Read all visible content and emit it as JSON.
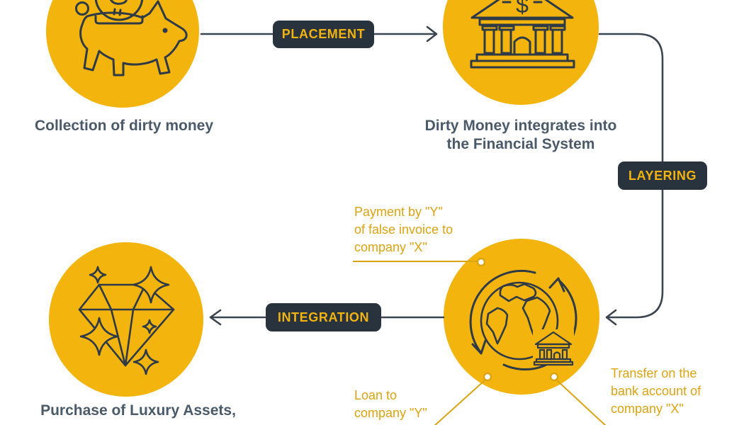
{
  "colors": {
    "circle_yellow": "#F3B40D",
    "callout_gold": "#D9A413",
    "badge_background": "#28333D",
    "badge_text": "#F2B30E",
    "caption_text": "#4A5A68",
    "connector_dark": "#3A454F",
    "icon_stroke": "#2E3A46"
  },
  "badges": {
    "placement": "PLACEMENT",
    "layering": "LAYERING",
    "integration": "INTEGRATION"
  },
  "nodes": {
    "collection": {
      "icon": "piggy-bank-icon",
      "caption": "Collection of dirty money"
    },
    "financial_system": {
      "icon": "bank-building-icon",
      "caption_line1": "Dirty Money integrates into",
      "caption_line2": "the Financial System"
    },
    "layering_globe": {
      "icon": "globe-transfers-icon"
    },
    "luxury": {
      "icon": "diamond-icon",
      "caption": "Purchase of Luxury Assets,"
    }
  },
  "callouts": {
    "payment": {
      "line1": "Payment by \"Y\"",
      "line2": "of false invoice to",
      "line3": "company \"X\""
    },
    "loan": {
      "line1": "Loan to",
      "line2": "company \"Y\""
    },
    "transfer": {
      "line1": "Transfer on the",
      "line2": "bank account of",
      "line3": "company \"X\""
    }
  }
}
